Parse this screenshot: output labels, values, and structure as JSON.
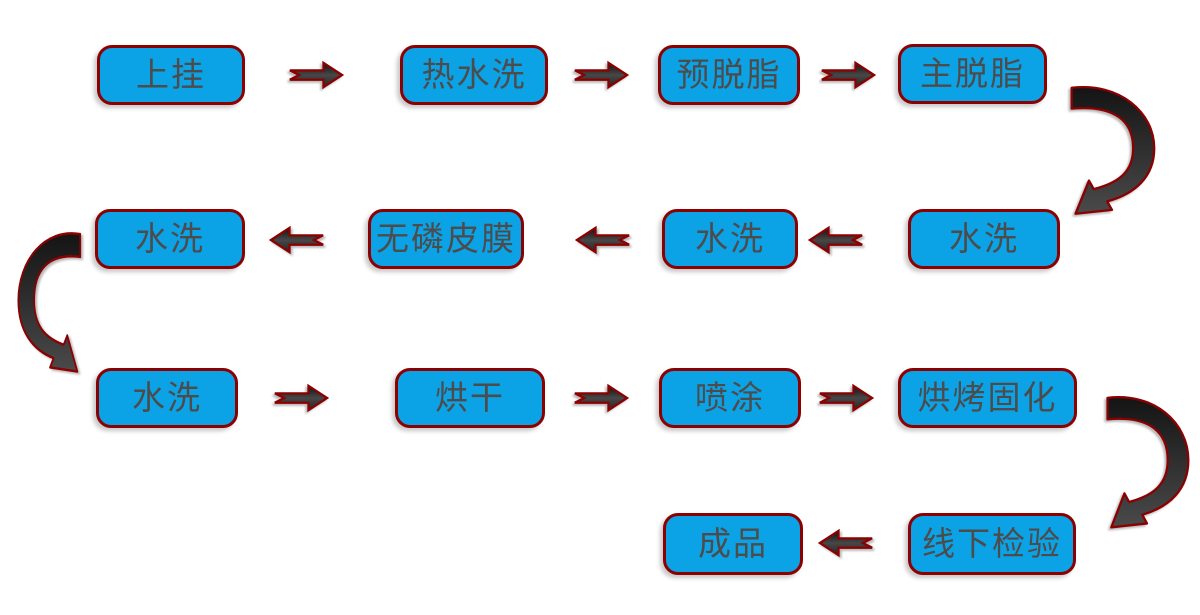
{
  "diagram": {
    "type": "flowchart",
    "background_color": "#ffffff",
    "colors": {
      "node_fill": "#0ca2e6",
      "node_border": "#8b0000",
      "node_text": "#4c4c4c",
      "arrow_fill_dark": "#161616",
      "arrow_fill_light": "#4a4a4a",
      "arrow_outline": "#8b0000"
    },
    "nodes": [
      {
        "step": 1,
        "label": "上挂"
      },
      {
        "step": 2,
        "label": "热水洗"
      },
      {
        "step": 3,
        "label": "预脱脂"
      },
      {
        "step": 4,
        "label": "主脱脂"
      },
      {
        "step": 5,
        "label": "水洗"
      },
      {
        "step": 6,
        "label": "水洗"
      },
      {
        "step": 7,
        "label": "无磷皮膜"
      },
      {
        "step": 8,
        "label": "水洗"
      },
      {
        "step": 9,
        "label": "水洗"
      },
      {
        "step": 10,
        "label": "烘干"
      },
      {
        "step": 11,
        "label": "喷涂"
      },
      {
        "step": 12,
        "label": "烘烤固化"
      },
      {
        "step": 13,
        "label": "线下检验"
      },
      {
        "step": 14,
        "label": "成品"
      }
    ],
    "connections": [
      {
        "from": "上挂",
        "to": "热水洗",
        "style": "notched-arrow-right"
      },
      {
        "from": "热水洗",
        "to": "预脱脂",
        "style": "notched-arrow-right"
      },
      {
        "from": "预脱脂",
        "to": "主脱脂",
        "style": "notched-arrow-right"
      },
      {
        "from": "主脱脂",
        "to": "水洗",
        "style": "curved-arrow-down-left"
      },
      {
        "from": "水洗",
        "to": "水洗",
        "style": "notched-arrow-left"
      },
      {
        "from": "水洗",
        "to": "无磷皮膜",
        "style": "notched-arrow-left"
      },
      {
        "from": "无磷皮膜",
        "to": "水洗",
        "style": "notched-arrow-left"
      },
      {
        "from": "水洗",
        "to": "水洗",
        "style": "curved-arrow-down-right"
      },
      {
        "from": "水洗",
        "to": "烘干",
        "style": "notched-arrow-right"
      },
      {
        "from": "烘干",
        "to": "喷涂",
        "style": "notched-arrow-right"
      },
      {
        "from": "喷涂",
        "to": "烘烤固化",
        "style": "notched-arrow-right"
      },
      {
        "from": "烘烤固化",
        "to": "线下检验",
        "style": "curved-arrow-down-left"
      },
      {
        "from": "线下检验",
        "to": "成品",
        "style": "notched-arrow-left"
      }
    ]
  }
}
